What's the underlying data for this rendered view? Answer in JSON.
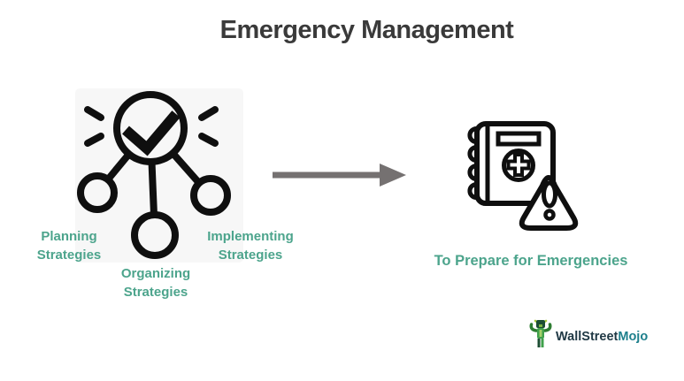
{
  "title": "Emergency Management",
  "strategies": {
    "planning": "Planning\nStrategies",
    "organizing": "Organizing\nStrategies",
    "implementing": "Implementing\nStrategies"
  },
  "outcome": "To Prepare for Emergencies",
  "icons": {
    "left": "approved-strategy-network-icon",
    "right": "emergency-handbook-warning-icon",
    "arrow": "right-arrow-icon",
    "logo": "wallstreetmojo-bull-icon"
  },
  "logo": {
    "wallstreet": "WallStreet",
    "mojo": "Mojo"
  },
  "colors": {
    "teal_text": "#4CA48C",
    "title_text": "#3A3A3A",
    "arrow_gray": "#757171",
    "icon_stroke": "#0F0F0F",
    "icon_background": "#F7F7F7",
    "logo_dark": "#1F3844",
    "logo_teal": "#1D7F8C"
  }
}
